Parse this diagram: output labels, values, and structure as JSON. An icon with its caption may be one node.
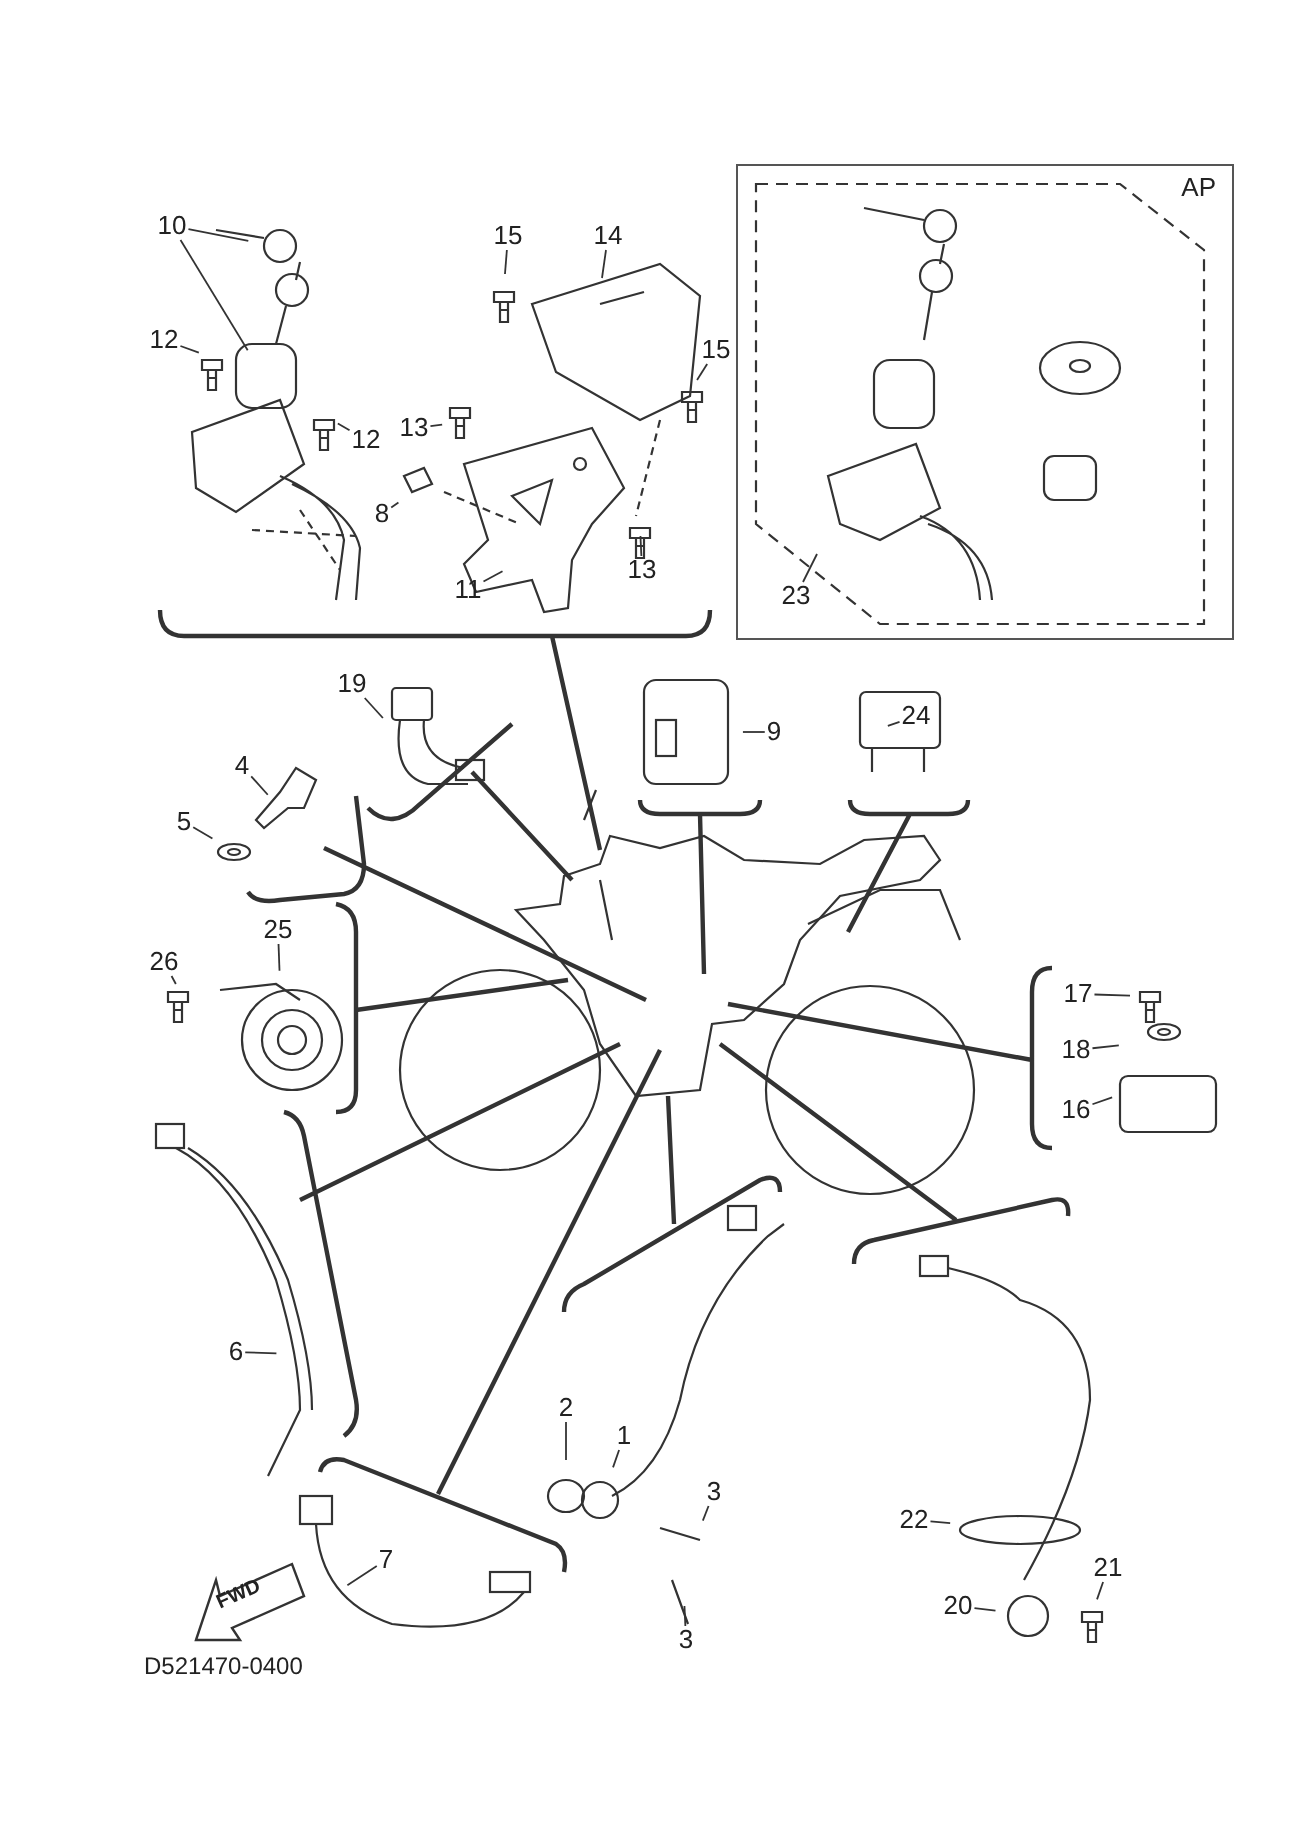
{
  "diagram": {
    "nodes": [
      {
        "text": [
          "10"
        ]
      },
      {
        "text": [
          "15"
        ]
      },
      {
        "text": [
          "14"
        ]
      },
      {
        "text": [
          "AP"
        ]
      },
      {
        "text": [
          "12"
        ]
      },
      {
        "text": [
          "15"
        ]
      },
      {
        "text": [
          "12"
        ]
      },
      {
        "text": [
          "13"
        ]
      },
      {
        "text": [
          "8"
        ]
      },
      {
        "text": [
          "13"
        ]
      },
      {
        "text": [
          "11"
        ]
      },
      {
        "text": [
          "23"
        ],
        "in": 3
      },
      {
        "text": [
          "19"
        ]
      },
      {
        "text": [
          "9"
        ]
      },
      {
        "text": [
          "24"
        ]
      },
      {
        "text": [
          "4"
        ]
      },
      {
        "text": [
          "5"
        ]
      },
      {
        "text": [
          "25"
        ]
      },
      {
        "text": [
          "26"
        ]
      },
      {
        "text": [
          "17"
        ]
      },
      {
        "text": [
          "18"
        ]
      },
      {
        "text": [
          "16"
        ]
      },
      {
        "text": [
          "6"
        ]
      },
      {
        "text": [
          "2"
        ]
      },
      {
        "text": [
          "1"
        ]
      },
      {
        "text": [
          "3"
        ]
      },
      {
        "text": [
          "22"
        ]
      },
      {
        "text": [
          "7"
        ]
      },
      {
        "text": [
          "21"
        ]
      },
      {
        "text": [
          "20"
        ]
      },
      {
        "text": [
          "3"
        ]
      }
    ],
    "edges": [
      {
        "from": 0,
        "to": null,
        "arrow": "none"
      },
      {
        "from": 0,
        "to": null,
        "arrow": "none"
      },
      {
        "from": 1,
        "to": null,
        "arrow": "none"
      },
      {
        "from": 2,
        "to": null,
        "arrow": "none"
      },
      {
        "from": 4,
        "to": null,
        "arrow": "none"
      },
      {
        "from": 5,
        "to": null,
        "arrow": "none"
      },
      {
        "from": 6,
        "to": null,
        "arrow": "none"
      },
      {
        "from": 7,
        "to": null,
        "arrow": "none"
      },
      {
        "from": 8,
        "to": null,
        "arrow": "none"
      },
      {
        "from": 9,
        "to": null,
        "arrow": "none"
      },
      {
        "from": 10,
        "to": null,
        "arrow": "none"
      },
      {
        "from": 11,
        "to": null,
        "arrow": "none"
      },
      {
        "from": 12,
        "to": null,
        "arrow": "none"
      },
      {
        "from": 13,
        "to": null,
        "arrow": "none"
      },
      {
        "from": 14,
        "to": null,
        "arrow": "none"
      },
      {
        "from": 15,
        "to": null,
        "arrow": "none"
      },
      {
        "from": 16,
        "to": null,
        "arrow": "none"
      },
      {
        "from": 17,
        "to": null,
        "arrow": "none"
      },
      {
        "from": 18,
        "to": null,
        "arrow": "none"
      },
      {
        "from": 19,
        "to": null,
        "arrow": "none"
      },
      {
        "from": 20,
        "to": null,
        "arrow": "none"
      },
      {
        "from": 21,
        "to": null,
        "arrow": "none"
      },
      {
        "from": 22,
        "to": null,
        "arrow": "none"
      },
      {
        "from": 23,
        "to": null,
        "arrow": "none"
      },
      {
        "from": 24,
        "to": null,
        "arrow": "none"
      },
      {
        "from": 25,
        "to": null,
        "arrow": "none"
      },
      {
        "from": 26,
        "to": null,
        "arrow": "none"
      },
      {
        "from": 27,
        "to": null,
        "arrow": "none"
      },
      {
        "from": 28,
        "to": null,
        "arrow": "none"
      },
      {
        "from": 29,
        "to": null,
        "arrow": "none"
      },
      {
        "from": 30,
        "to": null,
        "arrow": "none"
      }
    ],
    "labels": [
      "FWD",
      "D521470-0400"
    ]
  }
}
